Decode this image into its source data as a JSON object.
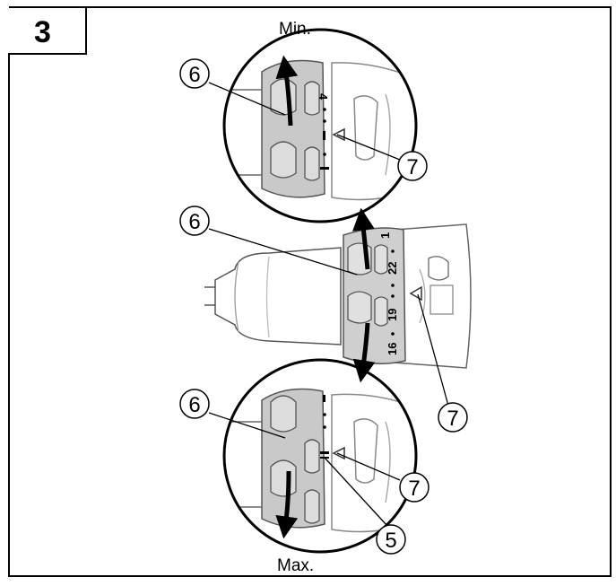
{
  "figure": {
    "step_number": "3",
    "label_min": "Min.",
    "label_max": "Max.",
    "callouts": {
      "upper_ring": "6",
      "upper_mark": "7",
      "middle_ring": "6",
      "middle_mark": "7",
      "lower_ring": "6",
      "lower_mark": "7",
      "lower_scale": "5"
    },
    "dial_numbers": {
      "n1": "1",
      "n22": "22",
      "n19": "19",
      "n16": "16",
      "top_digit": "4"
    }
  }
}
